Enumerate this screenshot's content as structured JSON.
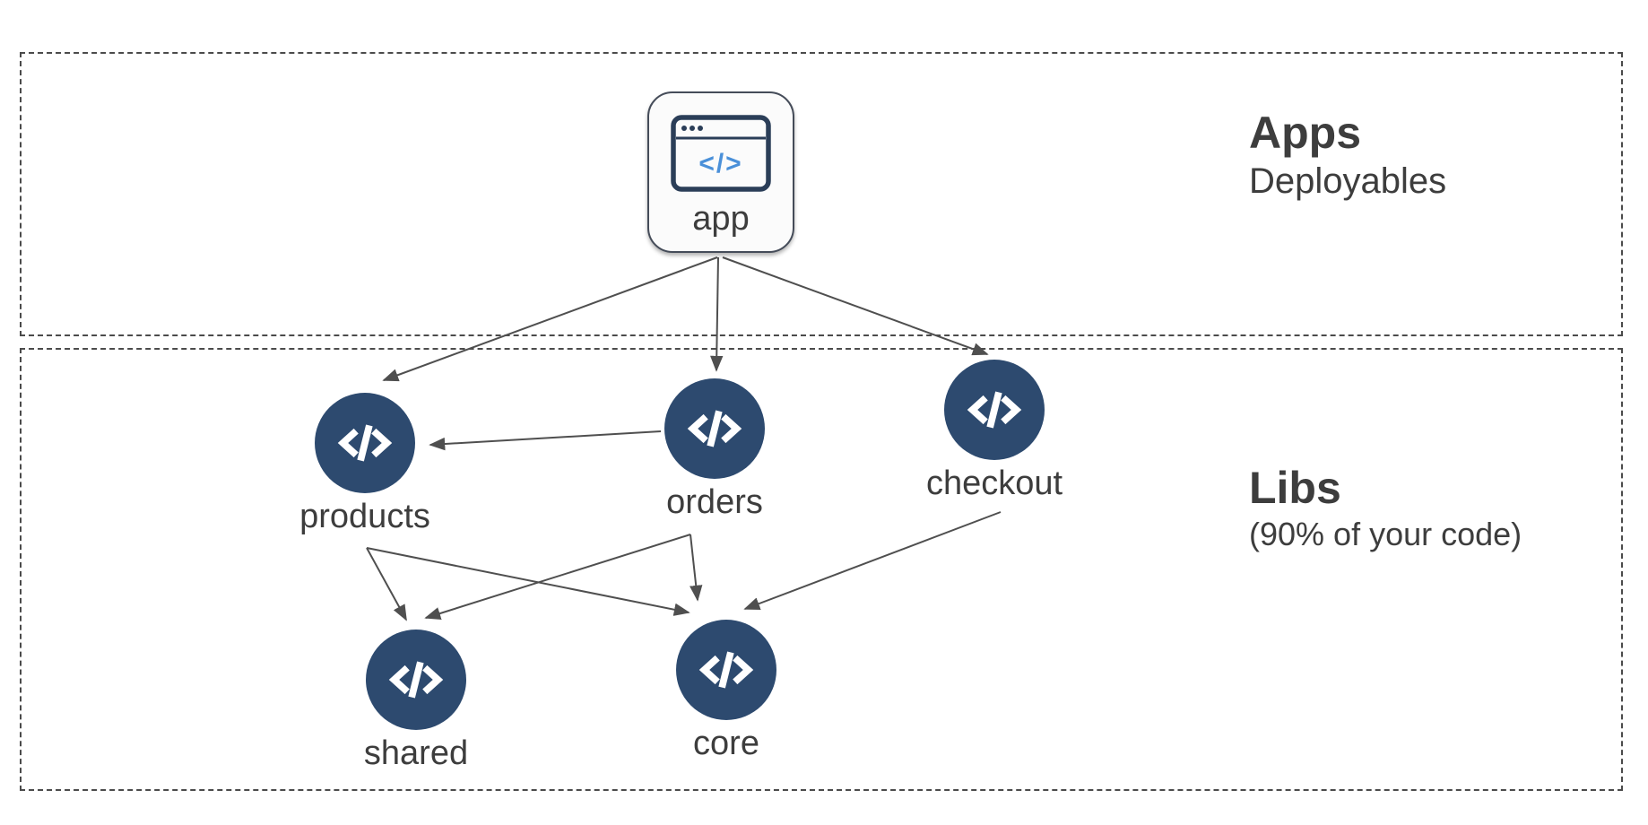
{
  "zones": {
    "apps": {
      "title": "Apps",
      "subtitle": "Deployables"
    },
    "libs": {
      "title": "Libs",
      "subtitle": "(90% of your code)"
    }
  },
  "nodes": {
    "app": {
      "label": "app",
      "icon": "app-window-icon"
    },
    "products": {
      "label": "products",
      "icon": "code-icon"
    },
    "orders": {
      "label": "orders",
      "icon": "code-icon"
    },
    "checkout": {
      "label": "checkout",
      "icon": "code-icon"
    },
    "shared": {
      "label": "shared",
      "icon": "code-icon"
    },
    "core": {
      "label": "core",
      "icon": "code-icon"
    }
  },
  "edges": [
    {
      "from": "app",
      "to": "products"
    },
    {
      "from": "app",
      "to": "orders"
    },
    {
      "from": "app",
      "to": "checkout"
    },
    {
      "from": "orders",
      "to": "products"
    },
    {
      "from": "products",
      "to": "shared"
    },
    {
      "from": "products",
      "to": "core"
    },
    {
      "from": "orders",
      "to": "shared"
    },
    {
      "from": "orders",
      "to": "core"
    },
    {
      "from": "checkout",
      "to": "core"
    }
  ],
  "icons": {
    "code_glyph": "</>"
  },
  "colors": {
    "node_fill": "#2d4a6f",
    "icon_blue": "#4a90d9",
    "browser_navy": "#2b3e58",
    "arrow": "#4f4f4f",
    "text": "#3d3d3d",
    "dashed_border": "#4b4b4b",
    "card_bg": "#fbfbfb"
  }
}
